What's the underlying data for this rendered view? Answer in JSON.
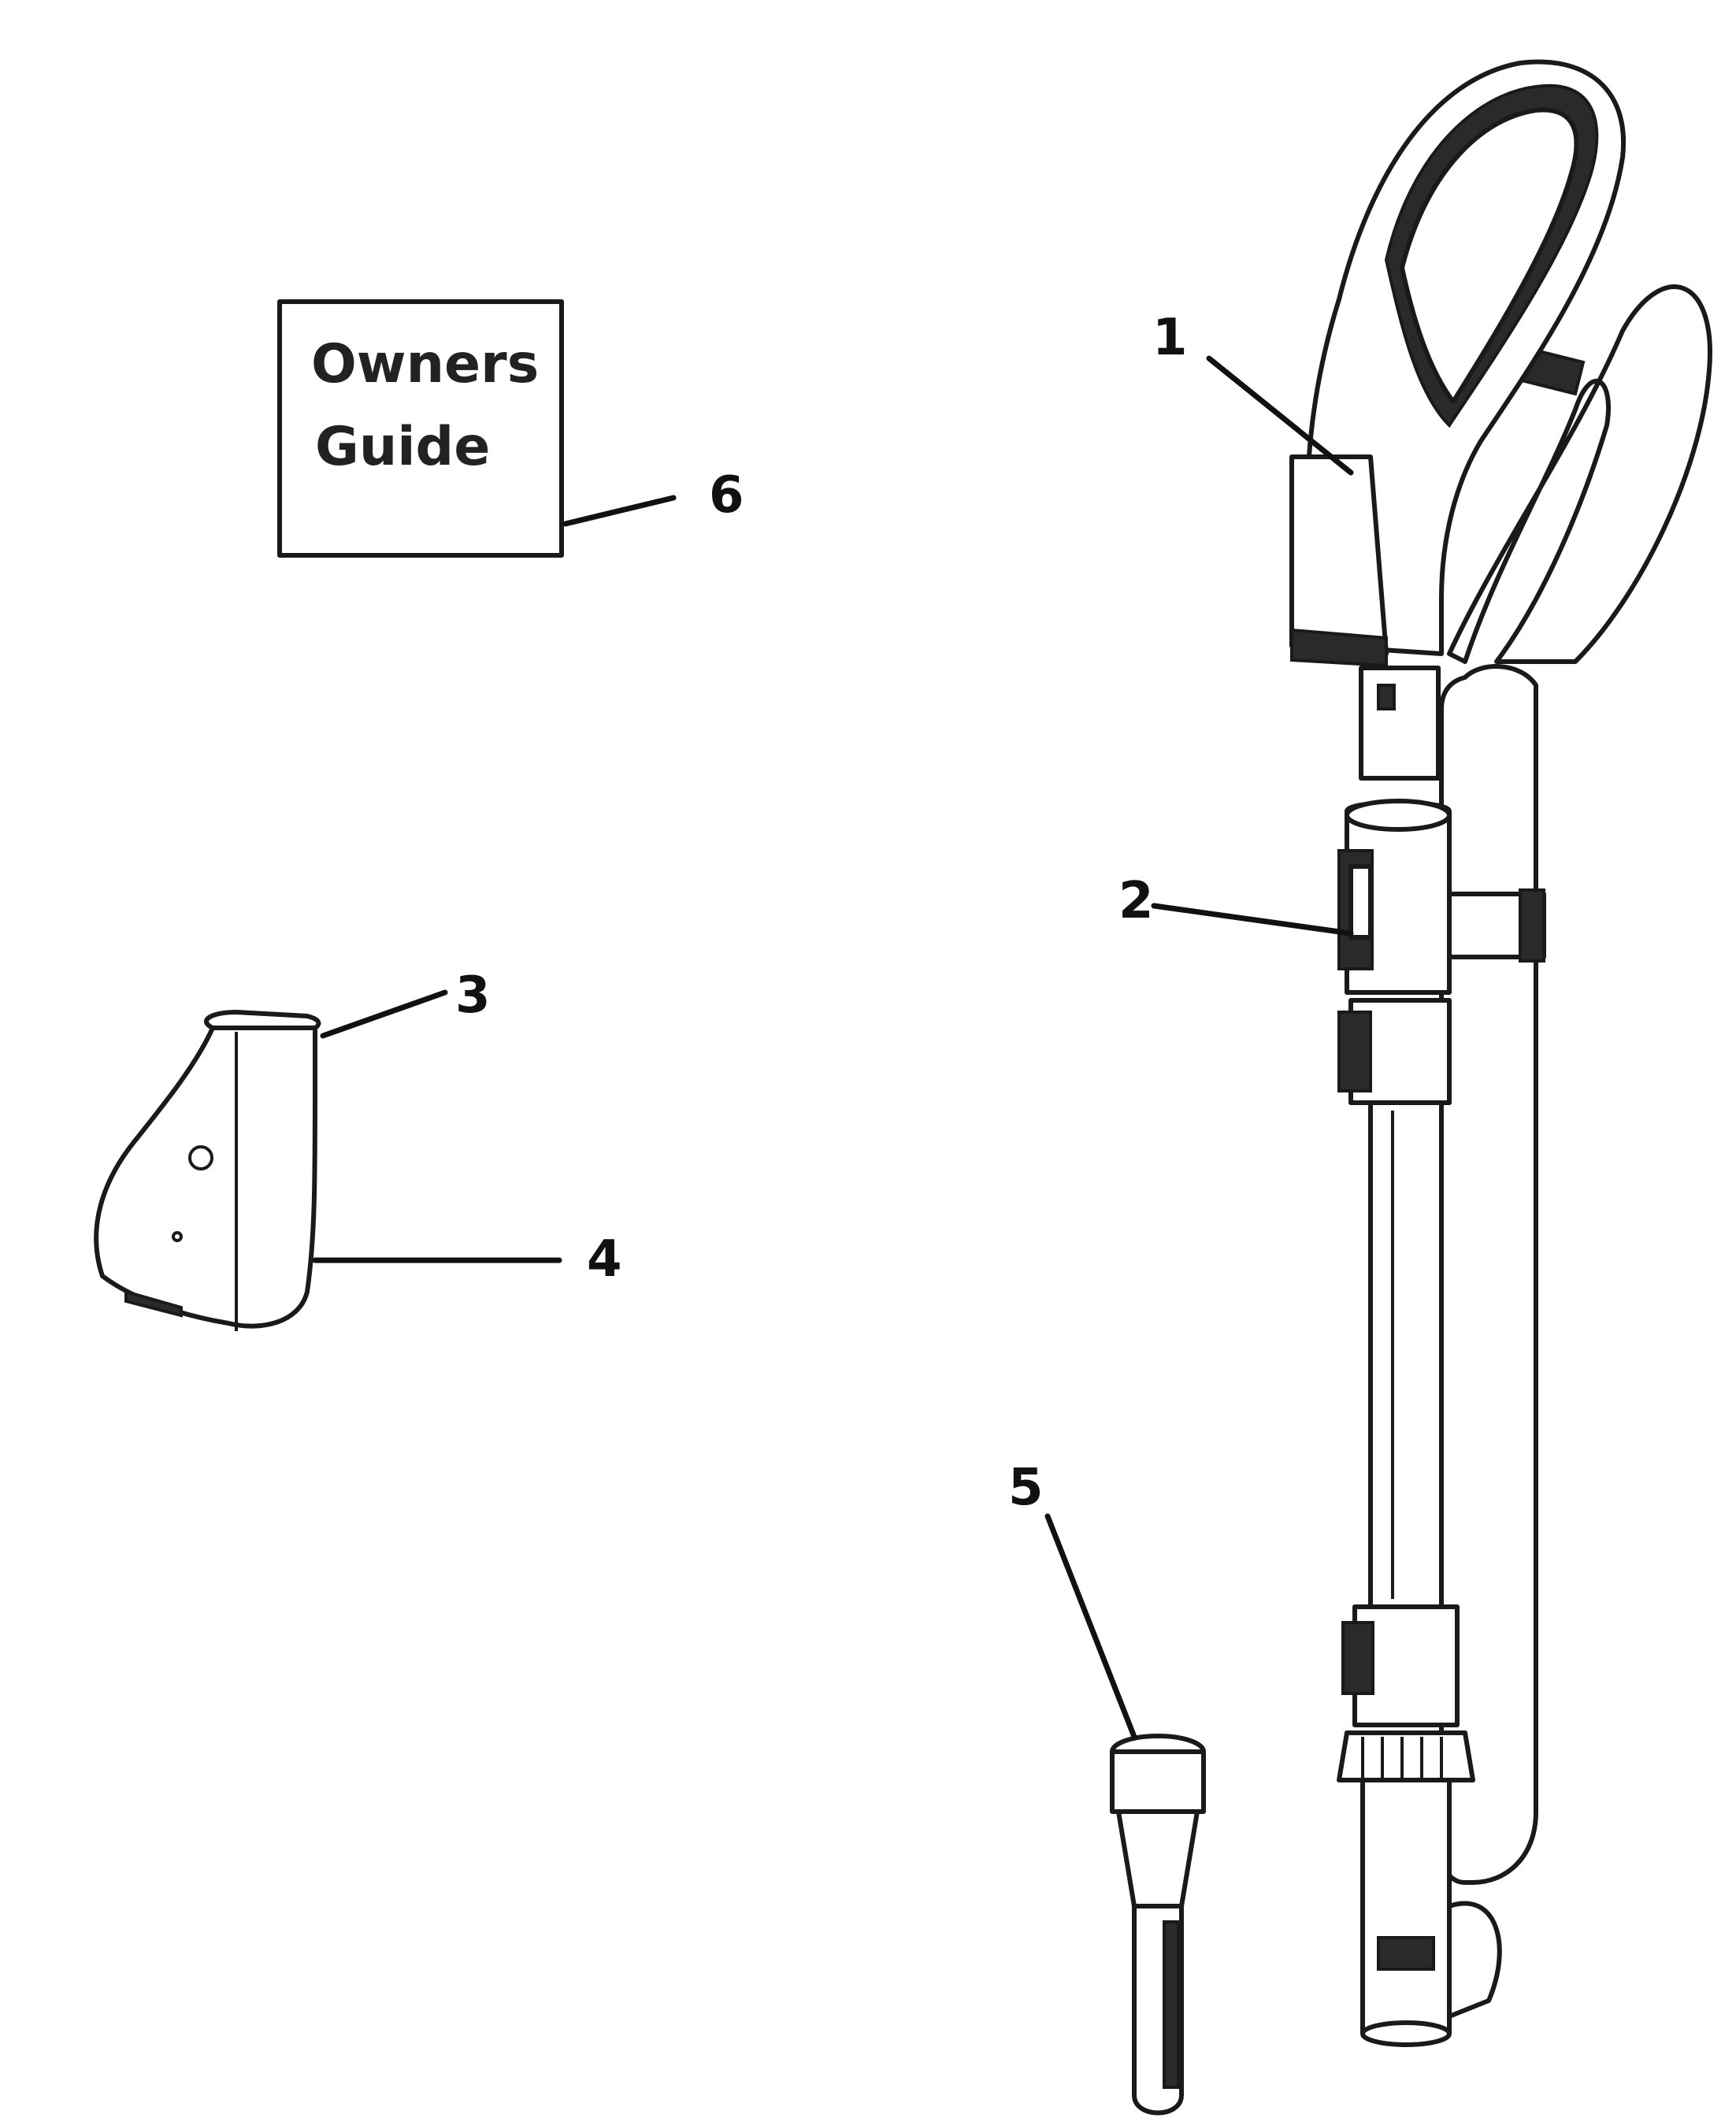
{
  "owners_guide": {
    "line1": "Owners",
    "line2": "Guide"
  },
  "callouts": [
    {
      "id": "1",
      "label": "1"
    },
    {
      "id": "2",
      "label": "2"
    },
    {
      "id": "3",
      "label": "3"
    },
    {
      "id": "4",
      "label": "4"
    },
    {
      "id": "5",
      "label": "5"
    },
    {
      "id": "6",
      "label": "6"
    }
  ]
}
